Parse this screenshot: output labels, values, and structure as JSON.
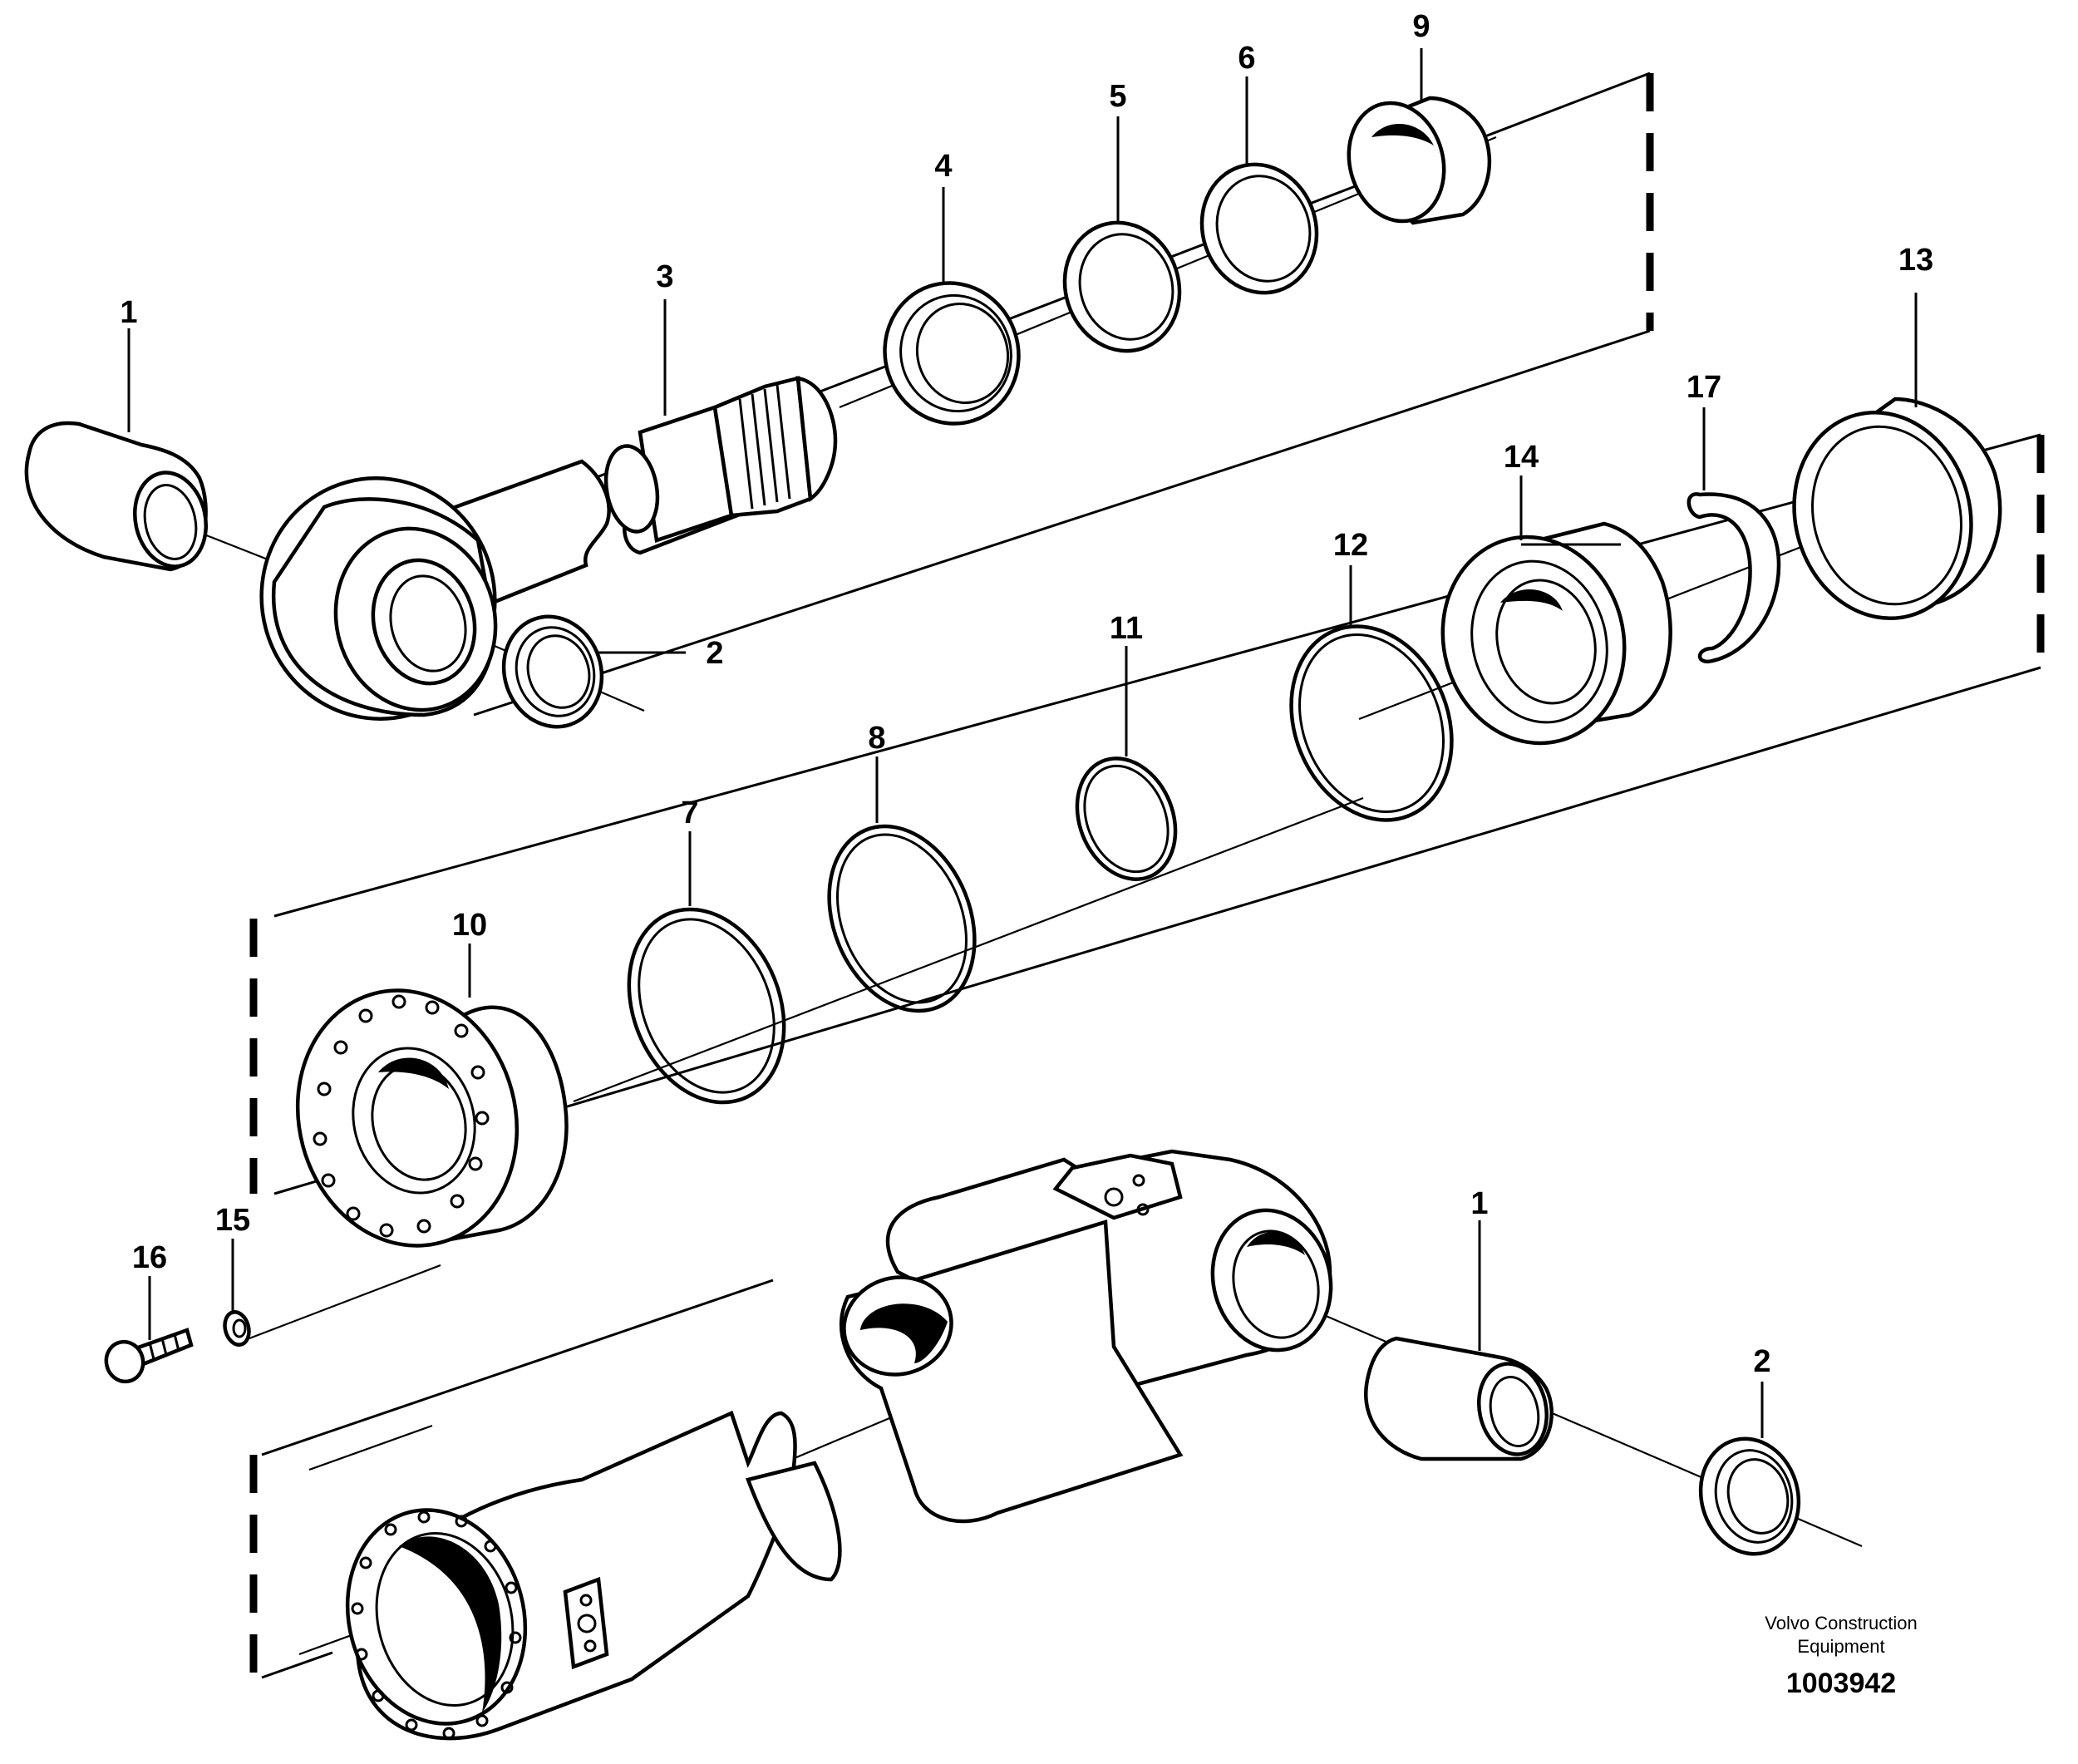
{
  "callouts": {
    "c1a": "1",
    "c2a": "2",
    "c3": "3",
    "c4": "4",
    "c5": "5",
    "c6": "6",
    "c9": "9",
    "c13": "13",
    "c17": "17",
    "c14": "14",
    "c12": "12",
    "c11": "11",
    "c8": "8",
    "c7": "7",
    "c10": "10",
    "c15": "15",
    "c16": "16",
    "c1b": "1",
    "c2b": "2"
  },
  "footer": {
    "credit_line1": "Volvo Construction",
    "credit_line2": "Equipment",
    "drawing_number": "1003942"
  }
}
